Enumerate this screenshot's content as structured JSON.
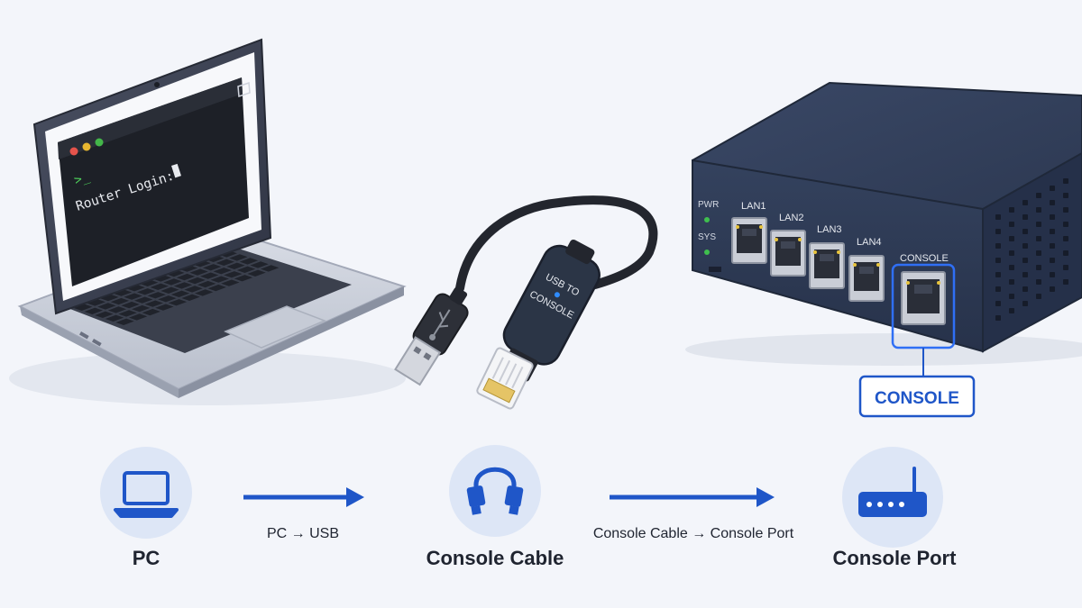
{
  "terminal": {
    "prompt": ">_",
    "login_text": "Router Login:"
  },
  "cable": {
    "body_text_line1": "USB TO",
    "body_text_line2": "CONSOLE"
  },
  "router": {
    "indicators": [
      "PWR",
      "SYS"
    ],
    "ports": [
      "LAN1",
      "LAN2",
      "LAN3",
      "LAN4"
    ],
    "console_port_label": "CONSOLE",
    "console_callout": "CONSOLE"
  },
  "flow": {
    "steps": [
      {
        "label": "PC",
        "icon": "laptop-icon"
      },
      {
        "label": "Console Cable",
        "icon": "cable-icon"
      },
      {
        "label": "Console Port",
        "icon": "router-icon"
      }
    ],
    "connectors": [
      {
        "label": "PC → USB"
      },
      {
        "label": "Console Cable → Console Port"
      }
    ]
  },
  "colors": {
    "accent": "#1f56c8",
    "router_body": "#2f3c55",
    "terminal_bg": "#1d2027",
    "led_green": "#3fbf4e",
    "dot_red": "#e5534b",
    "dot_yellow": "#e8b730",
    "dot_green": "#43b649"
  }
}
